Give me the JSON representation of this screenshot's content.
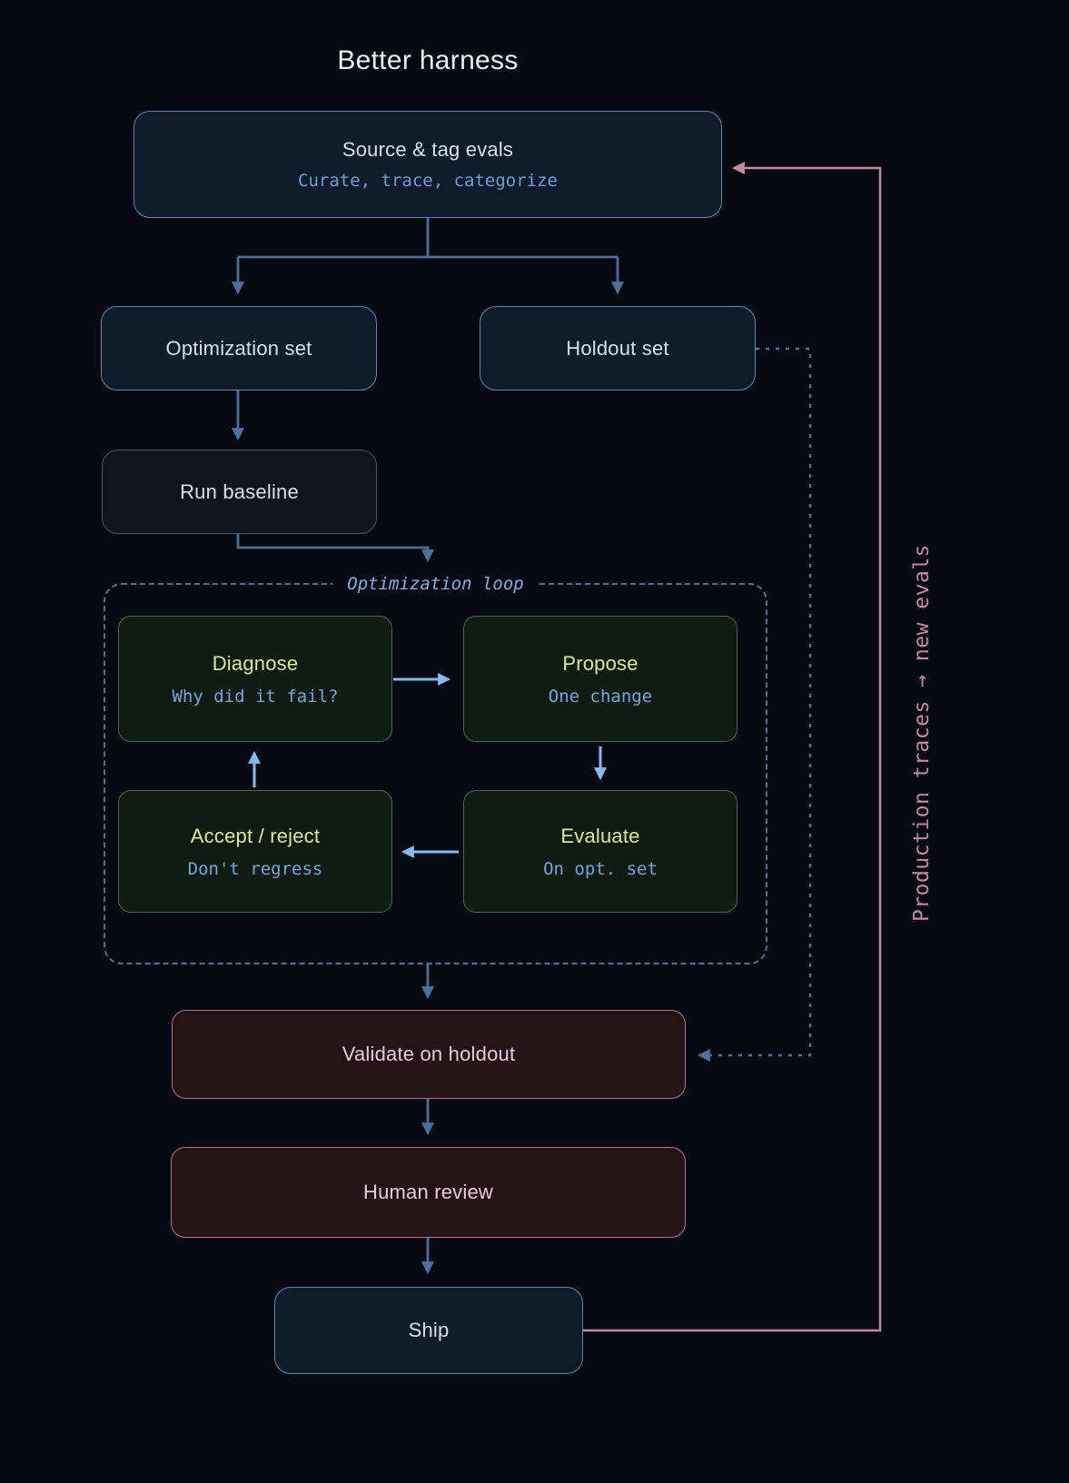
{
  "title": "Better harness",
  "nodes": {
    "source": {
      "title": "Source & tag evals",
      "subtitle": "Curate, trace, categorize"
    },
    "optimization_set": {
      "title": "Optimization set"
    },
    "holdout_set": {
      "title": "Holdout set"
    },
    "run_baseline": {
      "title": "Run baseline"
    },
    "loop": {
      "label": "Optimization loop"
    },
    "diagnose": {
      "title": "Diagnose",
      "subtitle": "Why did it fail?"
    },
    "propose": {
      "title": "Propose",
      "subtitle": "One change"
    },
    "evaluate": {
      "title": "Evaluate",
      "subtitle": "On opt. set"
    },
    "accept_reject": {
      "title": "Accept / reject",
      "subtitle": "Don't regress"
    },
    "validate_holdout": {
      "title": "Validate on holdout"
    },
    "human_review": {
      "title": "Human review"
    },
    "ship": {
      "title": "Ship"
    }
  },
  "feedback_label": "Production traces → new evals",
  "colors": {
    "background": "#050a12",
    "node_blue_bg": "#0f1b29",
    "node_blue_border": "#5d87ae",
    "node_neutral_border": "#49576a",
    "node_green_bg": "#101b13",
    "node_green_border": "#3f6c49",
    "green_title_text": "#d7eb94",
    "node_maroon_bg": "#231216",
    "node_maroon_border": "#b4738b",
    "maroon_text": "#e6cddc",
    "mono_blue_text": "#66a1d9",
    "steel_connector": "#4c7099",
    "light_blue_arrow": "#87b9ec",
    "pink_feedback": "#c687a2",
    "loop_dash": "#4d7199"
  }
}
